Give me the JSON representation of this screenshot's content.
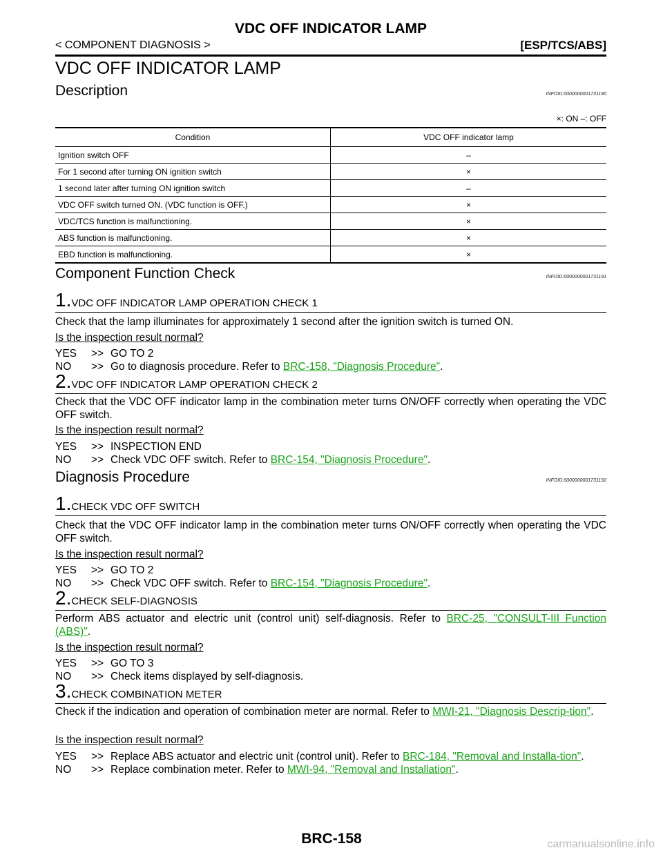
{
  "header": {
    "title": "VDC OFF INDICATOR LAMP",
    "breadcrumb": "< COMPONENT DIAGNOSIS >",
    "section_code": "[ESP/TCS/ABS]"
  },
  "page_title": "VDC OFF INDICATOR LAMP",
  "description": {
    "heading": "Description",
    "infoid": "INFOID:0000000001731190",
    "legend": "×: ON –: OFF",
    "columns": [
      "Condition",
      "VDC OFF indicator lamp"
    ],
    "rows": [
      [
        "Ignition switch OFF",
        "–"
      ],
      [
        "For 1 second after turning ON ignition switch",
        "×"
      ],
      [
        "1 second later after turning ON ignition switch",
        "–"
      ],
      [
        "VDC OFF switch turned ON. (VDC function is OFF.)",
        "×"
      ],
      [
        "VDC/TCS function is malfunctioning.",
        "×"
      ],
      [
        "ABS function is malfunctioning.",
        "×"
      ],
      [
        "EBD function is malfunctioning.",
        "×"
      ]
    ]
  },
  "component_check": {
    "heading": "Component Function Check",
    "infoid": "INFOID:0000000001731191",
    "step1": {
      "num": "1.",
      "title": "VDC OFF INDICATOR LAMP OPERATION CHECK 1",
      "text": "Check that the lamp illuminates for approximately 1 second after the ignition switch is turned ON.",
      "question": "Is the inspection result normal?",
      "yes": "GO TO 2",
      "no_text": "Go to diagnosis procedure. Refer to ",
      "no_link": "BRC-158, \"Diagnosis Procedure\""
    },
    "step2": {
      "num": "2.",
      "title": "VDC OFF INDICATOR LAMP OPERATION CHECK 2",
      "text": "Check that the VDC OFF indicator lamp in the combination meter turns ON/OFF correctly when operating the VDC OFF switch.",
      "question": "Is the inspection result normal?",
      "yes": "INSPECTION END",
      "no_text": "Check VDC OFF switch. Refer to ",
      "no_link": "BRC-154, \"Diagnosis Procedure\""
    }
  },
  "diagnosis": {
    "heading": "Diagnosis Procedure",
    "infoid": "INFOID:0000000001731192",
    "step1": {
      "num": "1.",
      "title": "CHECK VDC OFF SWITCH",
      "text": "Check that the VDC OFF indicator lamp in the combination meter turns ON/OFF correctly when operating the VDC OFF switch.",
      "question": "Is the inspection result normal?",
      "yes": "GO TO 2",
      "no_text": "Check VDC OFF switch. Refer to ",
      "no_link": "BRC-154, \"Diagnosis Procedure\""
    },
    "step2": {
      "num": "2.",
      "title": "CHECK SELF-DIAGNOSIS",
      "text": "Perform ABS actuator and electric unit (control unit) self-diagnosis. Refer to ",
      "link": "BRC-25, \"CONSULT-III Function (ABS)\"",
      "question": "Is the inspection result normal?",
      "yes": "GO TO 3",
      "no_text": "Check items displayed by self-diagnosis."
    },
    "step3": {
      "num": "3.",
      "title": "CHECK COMBINATION METER",
      "text": "Check if the indication and operation of combination meter are normal. Refer to ",
      "link": "MWI-21, \"Diagnosis Descrip-tion\"",
      "question": "Is the inspection result normal?",
      "yes_text": "Replace ABS actuator and electric unit (control unit). Refer to ",
      "yes_link": "BRC-184, \"Removal and Installa-tion\"",
      "no_text": "Replace combination meter. Refer to ",
      "no_link": "MWI-94, \"Removal and Installation\""
    }
  },
  "labels": {
    "yes": "YES",
    "no": "NO",
    "arrow": ">>",
    "period": "."
  },
  "footer": {
    "page_number": "BRC-158",
    "watermark": "carmanualsonline.info"
  }
}
